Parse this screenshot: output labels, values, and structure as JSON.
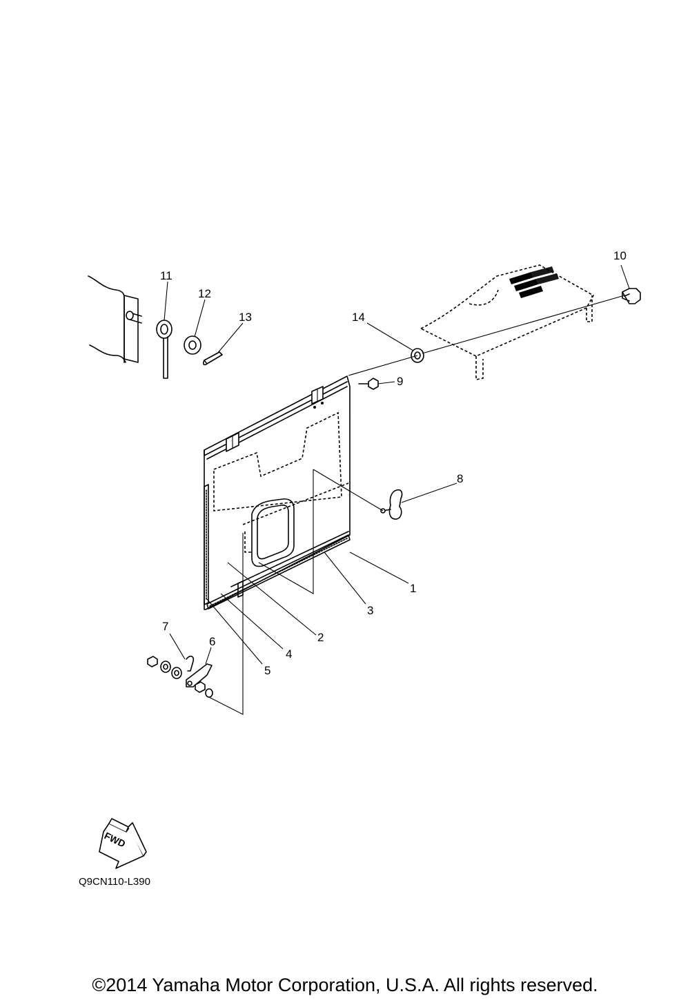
{
  "diagram": {
    "part_callouts": [
      {
        "id": "1",
        "label": "1"
      },
      {
        "id": "2",
        "label": "2"
      },
      {
        "id": "3",
        "label": "3"
      },
      {
        "id": "4",
        "label": "4"
      },
      {
        "id": "5",
        "label": "5"
      },
      {
        "id": "6",
        "label": "6"
      },
      {
        "id": "7",
        "label": "7"
      },
      {
        "id": "8",
        "label": "8"
      },
      {
        "id": "9",
        "label": "9"
      },
      {
        "id": "10",
        "label": "10"
      },
      {
        "id": "11",
        "label": "11"
      },
      {
        "id": "12",
        "label": "12"
      },
      {
        "id": "13",
        "label": "13"
      },
      {
        "id": "14",
        "label": "14"
      }
    ],
    "fwd_arrow_label": "FWD",
    "diagram_code": "Q9CN110-L390"
  },
  "footer": {
    "copyright": "©2014 Yamaha Motor Corporation, U.S.A. All rights reserved."
  }
}
